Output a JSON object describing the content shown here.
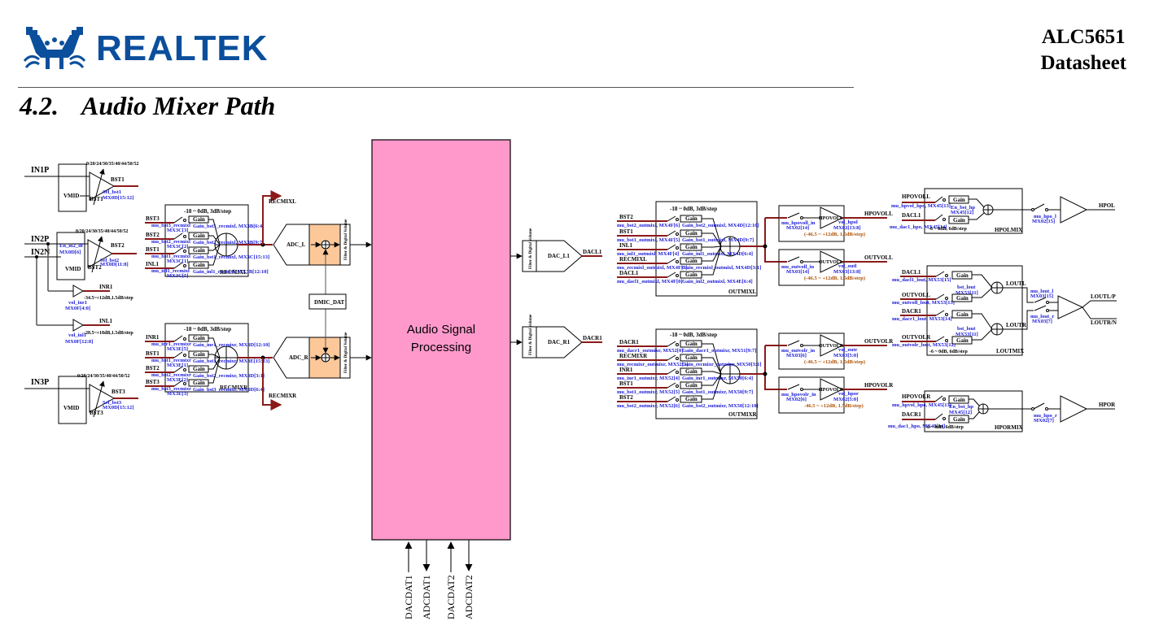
{
  "header": {
    "brand": "REALTEK",
    "brand_color": "#0b4f9c",
    "product": "ALC5651",
    "doc_type": "Datasheet"
  },
  "section": {
    "number": "4.2.",
    "title": "Audio Mixer Path"
  },
  "colors": {
    "dsp_block": "#ff99cc",
    "adc_block": "#fcc89a",
    "signal_wire": "#8b1a1a",
    "register_text": "#1a1ad8",
    "range_text": "#b05000"
  },
  "inputs": {
    "in1p": {
      "pin": "IN1P",
      "gains": "0/20/24/30/35/40/44/50/52",
      "out": "BST1",
      "vmid": "VMID",
      "amp": "BST1",
      "reg_name": "Sel_bst1",
      "reg": "MX0D[15:12]"
    },
    "in2": {
      "pin_p": "IN2P",
      "pin_n": "IN2N",
      "gains": "0/20/24/30/35/40/44/50/52",
      "out": "BST2",
      "vmid": "VMID",
      "amp": "BST2",
      "diff_name": "En_in2_df",
      "diff_reg": "MX0D[6]",
      "reg_name": "Sel_bst2",
      "reg": "MX0D[11:8]"
    },
    "inr1": {
      "out": "INR1",
      "range": "-34.5~+12dB,1.5dB/step",
      "reg_name": "vol_inr1",
      "reg": "MX0F[4:0]"
    },
    "inl1": {
      "out": "INL1",
      "range": "-28.5~+18dB,1.5dB/step",
      "reg_name": "vol_inl1",
      "reg": "MX0F[12:8]"
    },
    "in3p": {
      "pin": "IN3P",
      "gains": "0/20/24/30/35/40/44/50/52",
      "out": "BST3",
      "vmid": "VMID",
      "amp": "BST3",
      "reg_name": "Sel_bst3",
      "reg": "MX0D[15:12]"
    }
  },
  "recmixl": {
    "name": "RECMIXL",
    "range": "-18 ~ 0dB, 3dB/step",
    "gain": "Gain",
    "inputs": [
      {
        "src": "BST3",
        "mute": "mu_bst3_recmixl",
        "mute_reg": "MX3C[3]",
        "gain": "Gain_bst3_recmixl, MX3B[6:4]"
      },
      {
        "src": "BST2",
        "mute": "mu_bst2_recmixl",
        "mute_reg": "MX3C[2]",
        "gain": "Gain_bst2_recmixl, MX3B[9:7]"
      },
      {
        "src": "BST1",
        "mute": "mu_bst1_recmixl",
        "mute_reg": "MX3C[1]",
        "gain": "Gain_bst1_recmixl, MX3C[15:13]"
      },
      {
        "src": "INL1",
        "mute": "mu_inl1_recmixl",
        "mute_reg": "MX3C[5]",
        "gain": "Gain_inl1_recmixl, MX3B[12:10]"
      }
    ]
  },
  "recmixr": {
    "name": "RECMIXR",
    "range": "-18 ~ 0dB, 3dB/step",
    "gain": "Gain",
    "inputs": [
      {
        "src": "INR1",
        "mute": "mu_inr1_recmixr",
        "mute_reg": "MX3E[5]",
        "gain": "Gain_inr1_recmixr, MX3D[12:10]"
      },
      {
        "src": "BST1",
        "mute": "mu_bst1_recmixr",
        "mute_reg": "MX3E[1]",
        "gain": "Gain_bst1_recmixr, MX3E[15:13]"
      },
      {
        "src": "BST2",
        "mute": "mu_bst2_recmixr",
        "mute_reg": "MX3E[2]",
        "gain": "Gain_bst2_recmixr, MX3D[3:1]"
      },
      {
        "src": "BST3",
        "mute": "mu_bst3_recmixr",
        "mute_reg": "MX3E[3]",
        "gain": "Gain_bst3_recmixr, MX3D[6:4]"
      }
    ]
  },
  "adc": {
    "left": "ADC_L",
    "right": "ADC_R",
    "filter": "Filter & Digital Volume",
    "dmic": "DMIC_DAT",
    "tap_l": "RECMIXL",
    "tap_r": "RECMIXR"
  },
  "dsp": {
    "label_line1": "Audio Signal",
    "label_line2": "Processing",
    "ports": [
      "DACDAT1",
      "ADCDAT1",
      "DACDAT2",
      "ADCDAT2"
    ]
  },
  "dac": {
    "left": "DAC_L1",
    "right": "DAC_R1",
    "filter": "Filter & Digital Volume",
    "out_l": "DACL1",
    "out_r": "DACR1"
  },
  "outmixl": {
    "name": "OUTMIXL",
    "range": "-18 ~ 0dB, 3dB/step",
    "gain": "Gain",
    "inputs": [
      {
        "src": "BST2",
        "mute": "mu_bst2_outmixl, MX4F[6]",
        "gain": "Gain_bst2_outmixl, MX4D[12:10]"
      },
      {
        "src": "BST1",
        "mute": "mu_bst1_outmixl, MX4F[5]",
        "gain": "Gain_bst1_outmixl, MX4D[9:7]"
      },
      {
        "src": "INL1",
        "mute": "mu_inl1_outmixl, MX4F[4]",
        "gain": "Gain_inl1_outmixl, MX4D[6:4]"
      },
      {
        "src": "RECMIXL",
        "mute": "mu_recmixl_outmixl, MX4F[3]",
        "gain": "Gain_recmixl_outmixl, MX4D[3:1]"
      },
      {
        "src": "DACL1",
        "mute": "mu_dacl1_outmixl, MX4F[0]",
        "gain": "Gain_inl2_outmixl, MX4E[6:4]"
      }
    ]
  },
  "outmixr": {
    "name": "OUTMIXR",
    "range": "-18 ~ 0dB, 3dB/step",
    "gain": "Gain",
    "inputs": [
      {
        "src": "DACR1",
        "mute": "mu_dacr1_outmixr, MX52[0]",
        "gain": "Gain_dacr1_outmixr, MX51[9:7]"
      },
      {
        "src": "RECMIXR",
        "mute": "mu_recmixr_outmixr, MX52[3]",
        "gain": "Gain_recmixr_outmixr, MX50[3:1]"
      },
      {
        "src": "INR1",
        "mute": "mu_inr1_outmixr, MX52[4]",
        "gain": "Gain_inr1_outmixr, MX50[6:4]"
      },
      {
        "src": "BST1",
        "mute": "mu_bst1_outmixr, MX52[5]",
        "gain": "Gain_bst1_outmixr, MX50[9:7]"
      },
      {
        "src": "BST2",
        "mute": "mu_bst2_outmixr, MX52[6]",
        "gain": "Gain_bst2_outmixr, MX50[12:10]"
      }
    ]
  },
  "vol": {
    "hpovoll": {
      "amp": "HPOVOLL",
      "out": "HPOVOLL",
      "mute": "mu_hpovoll_in",
      "mute_reg": "MX02[14]",
      "vol": "vol_hpol",
      "vol_reg": "MX02[13:8]",
      "range": "(-46.5 ~ +12dB, 1.5dB/step)"
    },
    "outvoll": {
      "amp": "OUTVOLL",
      "out": "OUTVOLL",
      "mute": "mu_outvoll_in",
      "mute_reg": "MX03[14]",
      "vol": "vol_outl",
      "vol_reg": "MX03[13:8]",
      "range": "(-46.5 ~ +12dB, 1.5dB/step)"
    },
    "outvolr": {
      "amp": "OUTVOLR",
      "out": "OUTVOLR",
      "mute": "mu_outvolr_in",
      "mute_reg": "MX03[6]",
      "vol": "vol_outr",
      "vol_reg": "MX03[5:0]",
      "range": "(-46.5 ~ +12dB, 1.5dB/step)"
    },
    "hpovolr": {
      "amp": "HPOVOLR",
      "out": "HPOVOLR",
      "mute": "mu_hpovolr_in",
      "mute_reg": "MX02[6]",
      "vol": "vol_hpor",
      "vol_reg": "MX02[5:0]",
      "range": "-46.5 ~ +12dB, 1.5dB/step)"
    }
  },
  "hpolmix": {
    "name": "HPOLMIX",
    "in1": "HPOVOLL",
    "in1_mute": "mu_hpvol_hpo, MX45[13]",
    "in2": "DACL1",
    "in2_mute": "mu_dac1_hpo, MX45[14]",
    "range": "-6 ~ 0dB, 6dB/step",
    "boost": "En_bst_hp",
    "boost_reg": "MX45[12]",
    "gain": "Gain",
    "out_mute": "mu_hpo_l",
    "out_mute_reg": "MX02[15]",
    "out": "HPOL"
  },
  "loutmix": {
    "name": "LOUTMIX",
    "range": "-6 ~ 0dB, 6dB/step",
    "gain": "Gain",
    "inputs": [
      {
        "src": "DACL1",
        "mute": "mu_dacl1_lout, MX53[15]"
      },
      {
        "src": "OUTVOLL",
        "mute": "mu_outvoll_lout, MX53[13]"
      },
      {
        "src": "DACR1",
        "mute": "mu_dacr1_lout, MX53[14]"
      },
      {
        "src": "OUTVOLR",
        "mute": "mu_outvolr_lout, MX53[12]"
      }
    ],
    "boost": "bst_lout",
    "boost_reg": "MX53[11]",
    "loutl": "LOUTL",
    "loutr": "LOUTR",
    "mute_l": "mu_lout_l",
    "mute_l_reg": "MX03[15]",
    "mute_r": "mu_lout_r",
    "mute_r_reg": "MX03[7]",
    "out_p": "LOUTL/P",
    "out_n": "LOUTR/N"
  },
  "hpormix": {
    "name": "HPORMIX",
    "in1": "HPOVOLR",
    "in1_mute": "mu_hpvol_hpo, MX45[13]",
    "in2": "DACR1",
    "in2_mute": "mu_dac1_hpo, MX45[14]",
    "range": "-6 ~ 0dB, 6dB/step",
    "boost": "En_bst_hp",
    "boost_reg": "MX45[12]",
    "gain": "Gain",
    "out_mute": "mu_hpo_r",
    "out_mute_reg": "MX02[7]",
    "out": "HPOR"
  }
}
